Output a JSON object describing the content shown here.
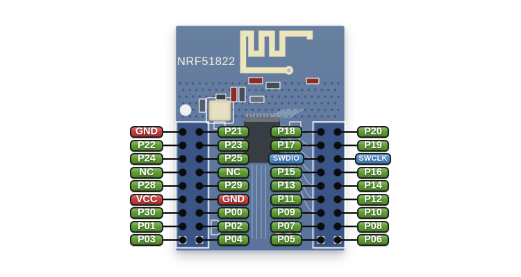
{
  "board": {
    "silkscreen_title": "NRF51822"
  },
  "colors": {
    "gpio_green": "#5d9e33",
    "power_red": "#ce3a3c",
    "debug_blue": "#4a90d8",
    "board_blue": "#60789e",
    "board_blue_top": "#68809f",
    "header_blue": "#3a5585",
    "antenna_gold": "#ece4bb",
    "annotation_black": "#0c0c0c"
  },
  "pins": {
    "left_outer": [
      "GND",
      "P22",
      "P24",
      "NC",
      "P28",
      "VCC",
      "P30",
      "P01",
      "P03"
    ],
    "left_inner": [
      "P21",
      "P23",
      "P25",
      "NC",
      "P29",
      "GND",
      "P00",
      "P02",
      "P04"
    ],
    "right_inner": [
      "P18",
      "P17",
      "SWDIO",
      "P15",
      "P13",
      "P11",
      "P09",
      "P07",
      "P05"
    ],
    "right_outer": [
      "P20",
      "P19",
      "SWCLK",
      "P16",
      "P14",
      "P12",
      "P10",
      "P08",
      "P06"
    ]
  }
}
